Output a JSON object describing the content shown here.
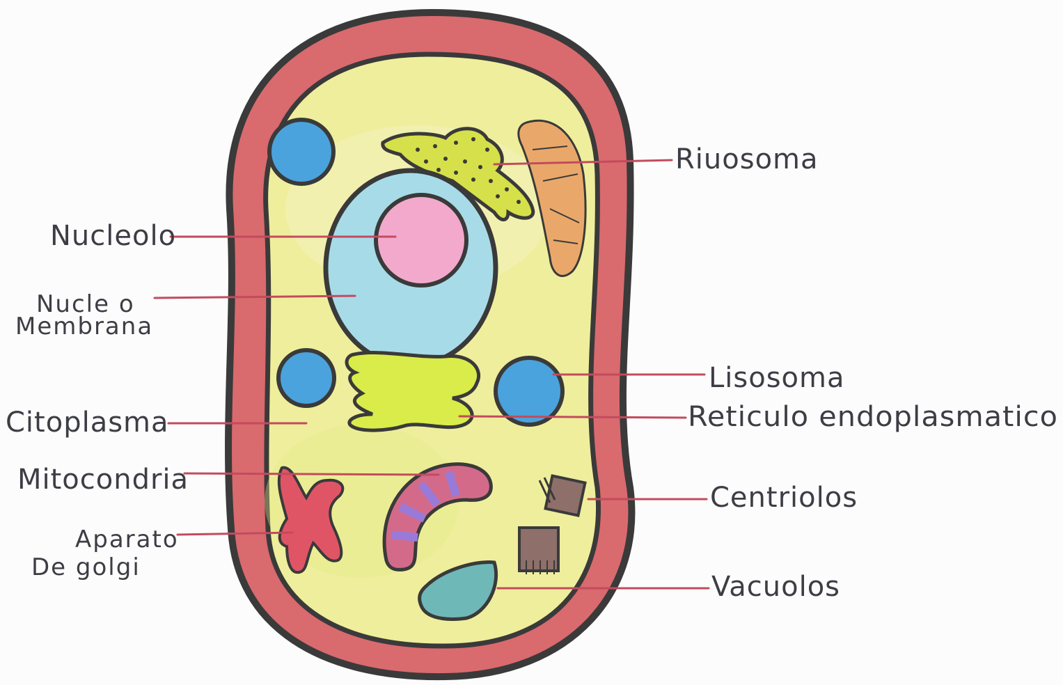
{
  "labels": {
    "ribosoma": "Riuosoma",
    "nucleolo": "Nucleolo",
    "nucleo_membrana_line1": "Nucle o",
    "nucleo_membrana_line2": "Membrana",
    "lisosoma": "Lisosoma",
    "reticulo": "Reticulo endoplasmatico",
    "citoplasma": "Citoplasma",
    "mitocondria": "Mitocondria",
    "centriolos": "Centriolos",
    "golgi_line1": "Aparato",
    "golgi_line2": "De golgi",
    "vacuolos": "Vacuolos"
  },
  "colors": {
    "cell_wall": "#d96a6e",
    "cytoplasm": "#efee9c",
    "nucleus": "#a8dbe8",
    "nucleolus": "#f2a9cc",
    "lysosome": "#4aa3dc",
    "reticulum": "#d9ec4a",
    "golgi": "#e05566",
    "mitochondria_top": "#e9a86a",
    "mitochondria_bottom": "#d46a8a",
    "mitochondria_stripes": "#9a7ad8",
    "centriole": "#8e6f6a",
    "vacuole": "#6fb8b8",
    "outline": "#3a3a3a",
    "leader_line": "#c24b5e"
  }
}
